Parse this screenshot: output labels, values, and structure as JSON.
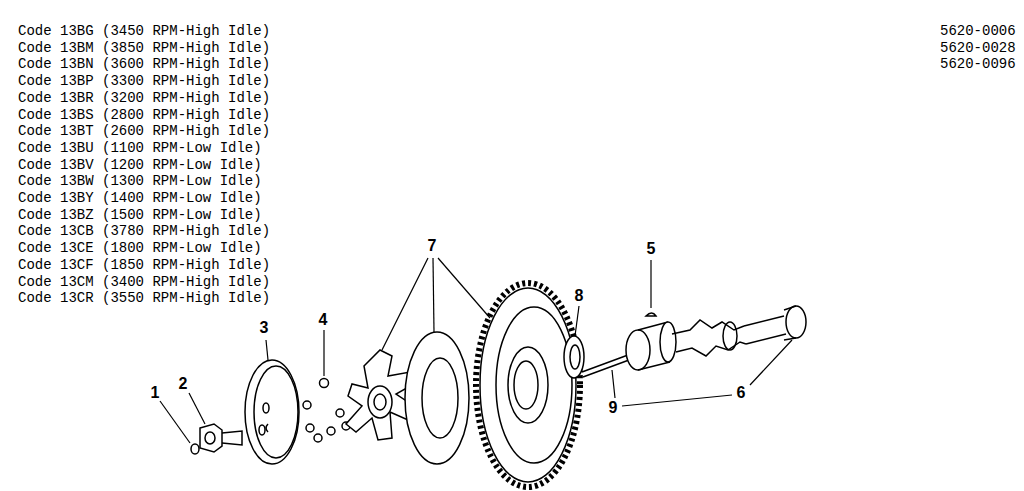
{
  "diagram": {
    "labels": [
      "Code 13BG (3450 RPM-High Idle)",
      "Code 13BM (3850 RPM-High Idle)",
      "Code 13BN (3600 RPM-High Idle)",
      "Code 13BP (3300 RPM-High Idle)",
      "Code 13BR (3200 RPM-High Idle)",
      "Code 13BS (2800 RPM-High Idle)",
      "Code 13BT (2600 RPM-High Idle)",
      "Code 13BU (1100 RPM-Low Idle)",
      "Code 13BV (1200 RPM-Low Idle)",
      "Code 13BW (1300 RPM-Low Idle)",
      "Code 13BY (1400 RPM-Low Idle)",
      "Code 13BZ (1500 RPM-Low Idle)",
      "Code 13CB (3780 RPM-High Idle)",
      "Code 13CE (1800 RPM-Low Idle)",
      "Code 13CF (1850 RPM-High Idle)",
      "Code 13CM (3400 RPM-High Idle)",
      "Code 13CR (3550 RPM-High Idle)",
      "5620-0006",
      "5620-0028",
      "5620-0096",
      "1",
      "2",
      "3",
      "4",
      "5",
      "6",
      "7",
      "8",
      "9"
    ]
  }
}
